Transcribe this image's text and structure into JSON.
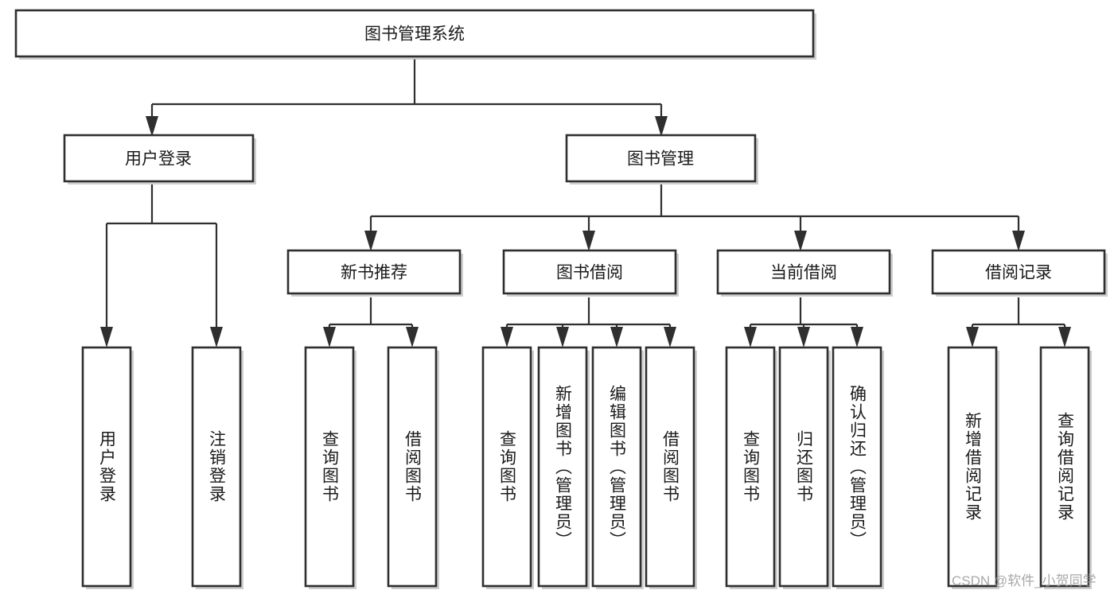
{
  "diagram": {
    "type": "tree-hierarchy",
    "title": "图书管理系统",
    "root": {
      "id": "root",
      "label": "图书管理系统",
      "orientation": "horizontal"
    },
    "level2": [
      {
        "id": "user-login",
        "label": "用户登录",
        "orientation": "horizontal"
      },
      {
        "id": "book-manage",
        "label": "图书管理",
        "orientation": "horizontal"
      }
    ],
    "level3": [
      {
        "id": "new-book-recommend",
        "label": "新书推荐",
        "orientation": "horizontal",
        "parent": "book-manage"
      },
      {
        "id": "book-borrow",
        "label": "图书借阅",
        "orientation": "horizontal",
        "parent": "book-manage"
      },
      {
        "id": "current-borrow",
        "label": "当前借阅",
        "orientation": "horizontal",
        "parent": "book-manage"
      },
      {
        "id": "borrow-record",
        "label": "借阅记录",
        "orientation": "horizontal",
        "parent": "book-manage"
      }
    ],
    "leaves": [
      {
        "id": "leaf-user-login",
        "label": "用户登录",
        "orientation": "vertical",
        "parent": "user-login"
      },
      {
        "id": "leaf-logout",
        "label": "注销登录",
        "orientation": "vertical",
        "parent": "user-login"
      },
      {
        "id": "leaf-query-book-1",
        "label": "查询图书",
        "orientation": "vertical",
        "parent": "new-book-recommend"
      },
      {
        "id": "leaf-borrow-book-1",
        "label": "借阅图书",
        "orientation": "vertical",
        "parent": "new-book-recommend"
      },
      {
        "id": "leaf-query-book-2",
        "label": "查询图书",
        "orientation": "vertical",
        "parent": "book-borrow"
      },
      {
        "id": "leaf-add-book",
        "label": "新增图书（管理员）",
        "orientation": "vertical",
        "parent": "book-borrow"
      },
      {
        "id": "leaf-edit-book",
        "label": "编辑图书（管理员）",
        "orientation": "vertical",
        "parent": "book-borrow"
      },
      {
        "id": "leaf-borrow-book-2",
        "label": "借阅图书",
        "orientation": "vertical",
        "parent": "book-borrow"
      },
      {
        "id": "leaf-query-book-3",
        "label": "查询图书",
        "orientation": "vertical",
        "parent": "current-borrow"
      },
      {
        "id": "leaf-return-book",
        "label": "归还图书",
        "orientation": "vertical",
        "parent": "current-borrow"
      },
      {
        "id": "leaf-confirm-return",
        "label": "确认归还（管理员）",
        "orientation": "vertical",
        "parent": "current-borrow"
      },
      {
        "id": "leaf-add-record",
        "label": "新增借阅记录",
        "orientation": "vertical",
        "parent": "borrow-record"
      },
      {
        "id": "leaf-query-record",
        "label": "查询借阅记录",
        "orientation": "vertical",
        "parent": "borrow-record"
      }
    ],
    "colors": {
      "box_stroke": "#2f2f2f",
      "box_fill": "#ffffff",
      "connector": "#2f2f2f",
      "text": "#1a1a1a",
      "background": "#ffffff",
      "watermark": "#9a9a9a"
    }
  },
  "watermark": {
    "text": "CSDN @软件_小贺同学"
  }
}
